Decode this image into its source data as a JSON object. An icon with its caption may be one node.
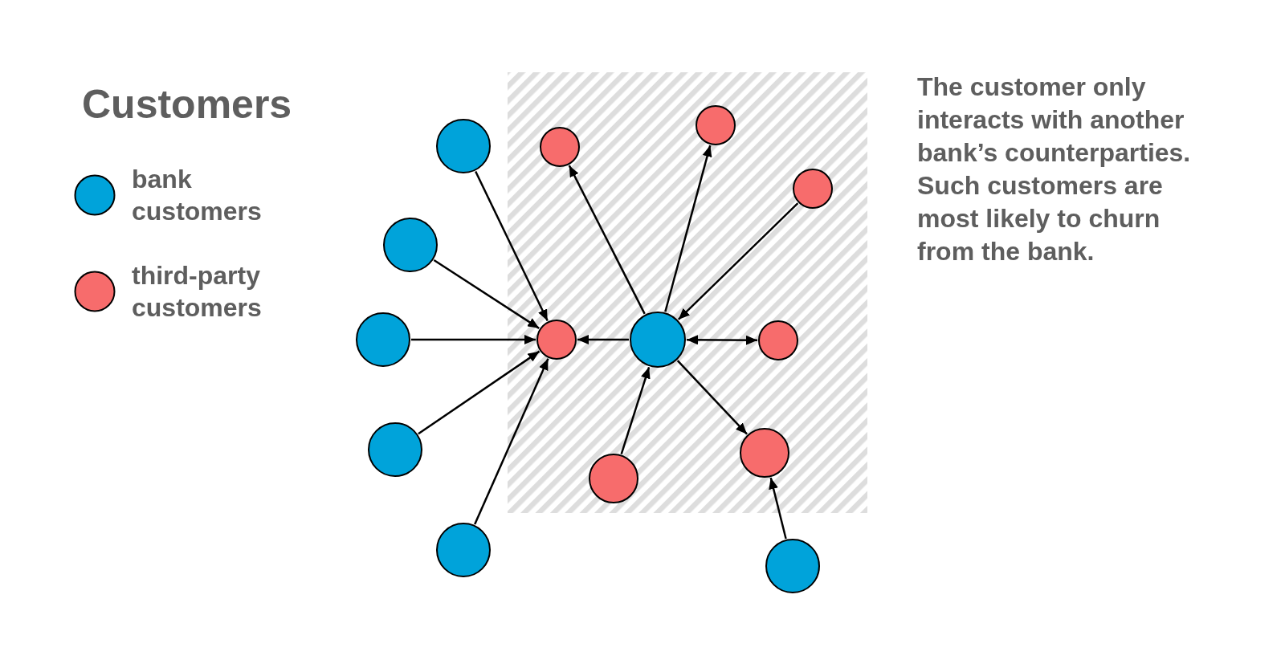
{
  "diagram": {
    "title": "Customers",
    "nodes": [
      {
        "text": [],
        "shape": "circle"
      },
      {
        "text": [],
        "shape": "circle"
      },
      {
        "text": [],
        "shape": "circle"
      },
      {
        "text": [],
        "shape": "circle"
      },
      {
        "text": [],
        "shape": "circle"
      },
      {
        "text": [],
        "shape": "circle"
      },
      {
        "text": [],
        "shape": "circle"
      },
      {
        "text": [],
        "shape": "circle"
      },
      {
        "text": [],
        "shape": "circle"
      },
      {
        "text": [],
        "shape": "circle"
      },
      {
        "text": [],
        "shape": "circle"
      },
      {
        "text": [],
        "shape": "circle"
      },
      {
        "text": [],
        "shape": "circle"
      },
      {
        "text": [],
        "shape": "circle"
      }
    ],
    "edges": [
      {
        "from": 1,
        "to": 6,
        "arrow": "to"
      },
      {
        "from": 4,
        "to": 6,
        "arrow": "to"
      },
      {
        "from": 5,
        "to": 6,
        "arrow": "to"
      },
      {
        "from": 9,
        "to": 6,
        "arrow": "to"
      },
      {
        "from": 12,
        "to": 6,
        "arrow": "to"
      },
      {
        "from": 7,
        "to": 6,
        "arrow": "to"
      },
      {
        "from": 7,
        "to": 2,
        "arrow": "to"
      },
      {
        "from": 7,
        "to": 0,
        "arrow": "to"
      },
      {
        "from": 3,
        "to": 7,
        "arrow": "to"
      },
      {
        "from": 7,
        "to": 8,
        "arrow": "both"
      },
      {
        "from": 11,
        "to": 7,
        "arrow": "to"
      },
      {
        "from": 7,
        "to": 10,
        "arrow": "to"
      },
      {
        "from": 13,
        "to": 10,
        "arrow": "to"
      }
    ],
    "labels": [
      "The customer only interacts with another bank’s counterparties. Such customers are most likely to churn from the bank."
    ],
    "legend": [
      {
        "text": "bank customers",
        "color": "#00a3da"
      },
      {
        "text": "third-party customers",
        "color": "#f76c6c"
      }
    ]
  }
}
